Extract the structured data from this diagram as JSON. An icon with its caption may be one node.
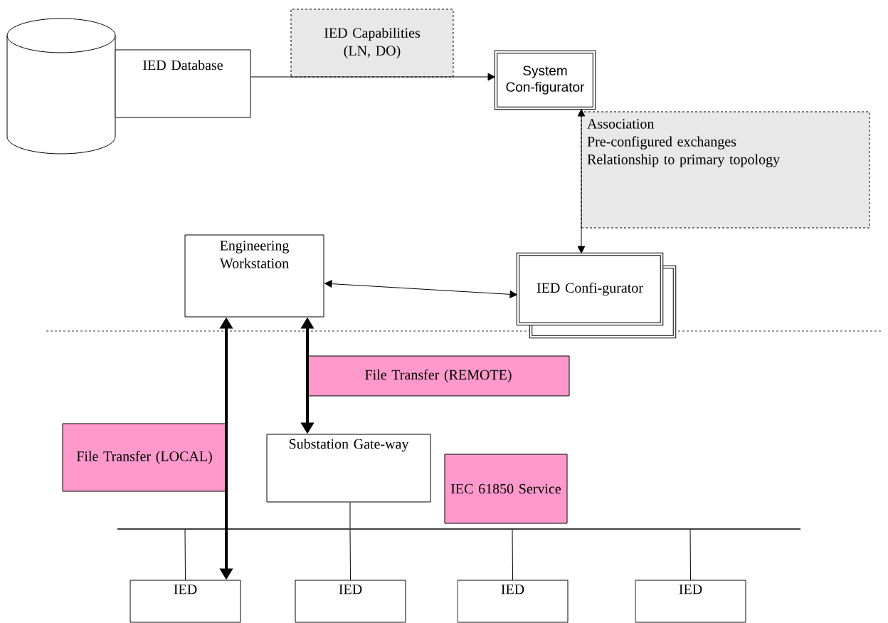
{
  "diagram": {
    "nodes": [
      {
        "text": [],
        "shape": "cylinder"
      },
      {
        "text": [
          "IED Database"
        ]
      },
      {
        "text": [
          "IED Capabilities (LN, DO)"
        ]
      },
      {
        "text": [
          "System Con-figurator"
        ]
      },
      {
        "text": [
          "Association",
          "Pre-configured exchanges",
          "Relationship to primary topology"
        ]
      },
      {
        "text": [
          "Engineering Workstation"
        ]
      },
      {
        "text": [
          "IED Confi-gurator"
        ]
      },
      {
        "text": [
          "File Transfer (LOCAL)"
        ]
      },
      {
        "text": [
          "File Transfer (REMOTE)"
        ]
      },
      {
        "text": [
          "Substation Gate-way"
        ]
      },
      {
        "text": [
          "IEC 61850 Service"
        ]
      },
      {
        "text": [],
        "shape": "bar"
      },
      {
        "text": [
          "IED"
        ]
      },
      {
        "text": [
          "IED"
        ]
      },
      {
        "text": [
          "IED"
        ]
      },
      {
        "text": [
          "IED"
        ]
      }
    ],
    "edges": [
      {
        "from": 1,
        "to": 3,
        "arrow": "to"
      },
      {
        "from": 3,
        "to": 6,
        "arrow": "both"
      },
      {
        "from": 5,
        "to": 6,
        "arrow": "both"
      },
      {
        "from": 5,
        "to": 12,
        "arrow": "both",
        "style": "thick"
      },
      {
        "from": 5,
        "to": 9,
        "arrow": "both",
        "style": "thick"
      },
      {
        "from": 9,
        "to": 11,
        "arrow": "none"
      },
      {
        "from": 11,
        "to": 12,
        "arrow": "none"
      },
      {
        "from": 11,
        "to": 13,
        "arrow": "none"
      },
      {
        "from": 11,
        "to": 14,
        "arrow": "none"
      },
      {
        "from": 11,
        "to": 15,
        "arrow": "none"
      }
    ]
  }
}
